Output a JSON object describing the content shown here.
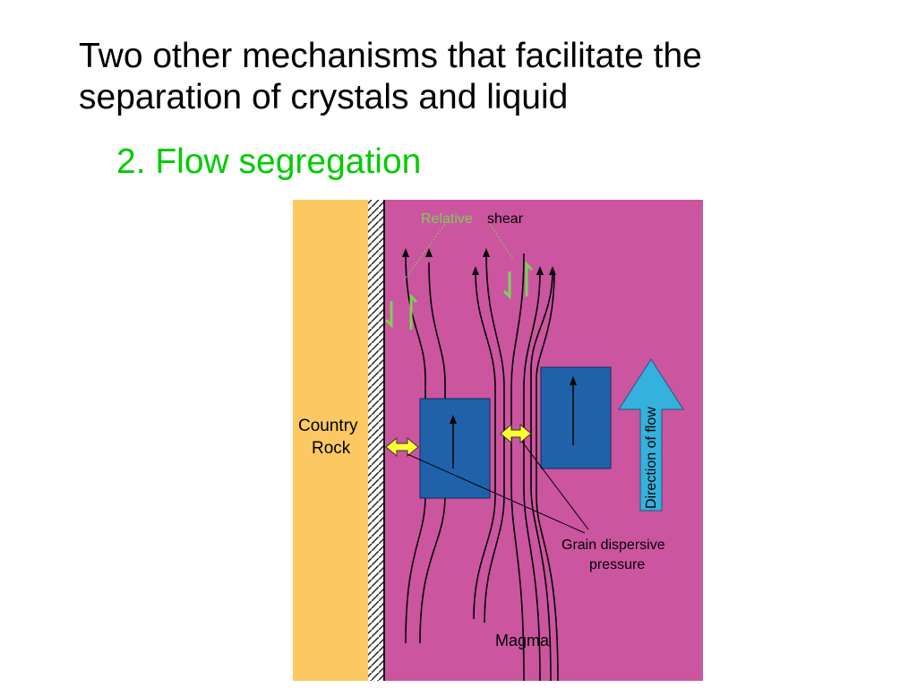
{
  "slide": {
    "title_line1": "Two other mechanisms that facilitate the",
    "title_line2": "separation of crystals and liquid",
    "subtitle": "2. Flow segregation"
  },
  "diagram": {
    "labels": {
      "relative": "Relative",
      "shear": "shear",
      "country_rock_line1": "Country",
      "country_rock_line2": "Rock",
      "direction_of_flow": "Direction of flow",
      "grain_dispersive_line1": "Grain dispersive",
      "grain_dispersive_line2": "pressure",
      "magma": "Magma"
    },
    "colors": {
      "country_rock": "#fbc862",
      "magma": "#cc55a0",
      "crystal": "#2062aa",
      "flow_arrow": "#34b1dc",
      "pressure_arrow": "#ffff33",
      "shear_green": "#7ad15a"
    }
  }
}
